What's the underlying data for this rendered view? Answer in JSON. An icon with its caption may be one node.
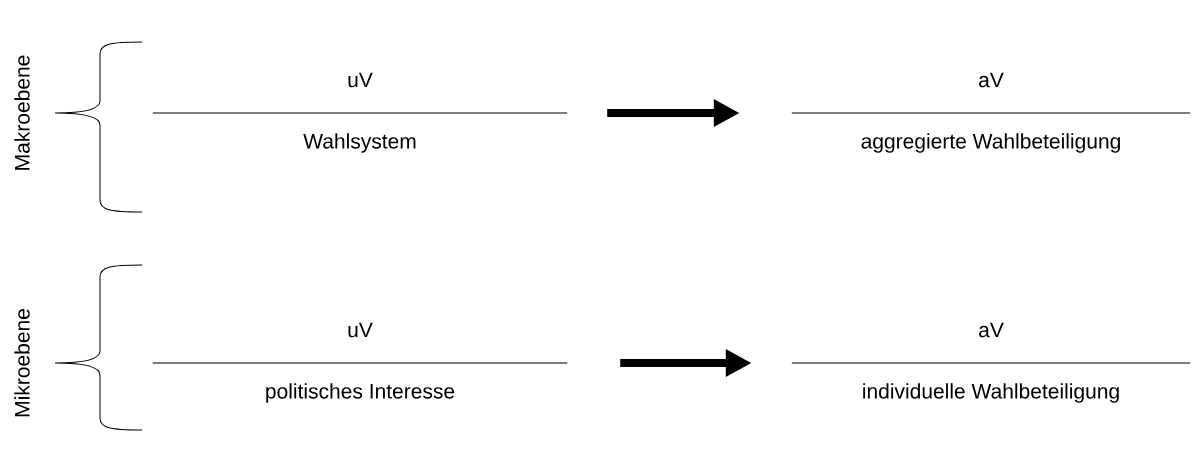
{
  "diagram": {
    "nodes": [
      {
        "text": [
          "uV",
          "Wahlsystem"
        ]
      },
      {
        "text": [
          "aV",
          "aggregierte Wahlbeteiligung"
        ]
      },
      {
        "text": [
          "uV",
          "politisches Interesse"
        ]
      },
      {
        "text": [
          "aV",
          "individuelle Wahlbeteiligung"
        ]
      }
    ],
    "edges": [
      {
        "from": 0,
        "to": 1,
        "arrow": "to"
      },
      {
        "from": 2,
        "to": 3,
        "arrow": "to"
      }
    ],
    "labels": [
      "Makroebene",
      "Mikroebene"
    ]
  }
}
